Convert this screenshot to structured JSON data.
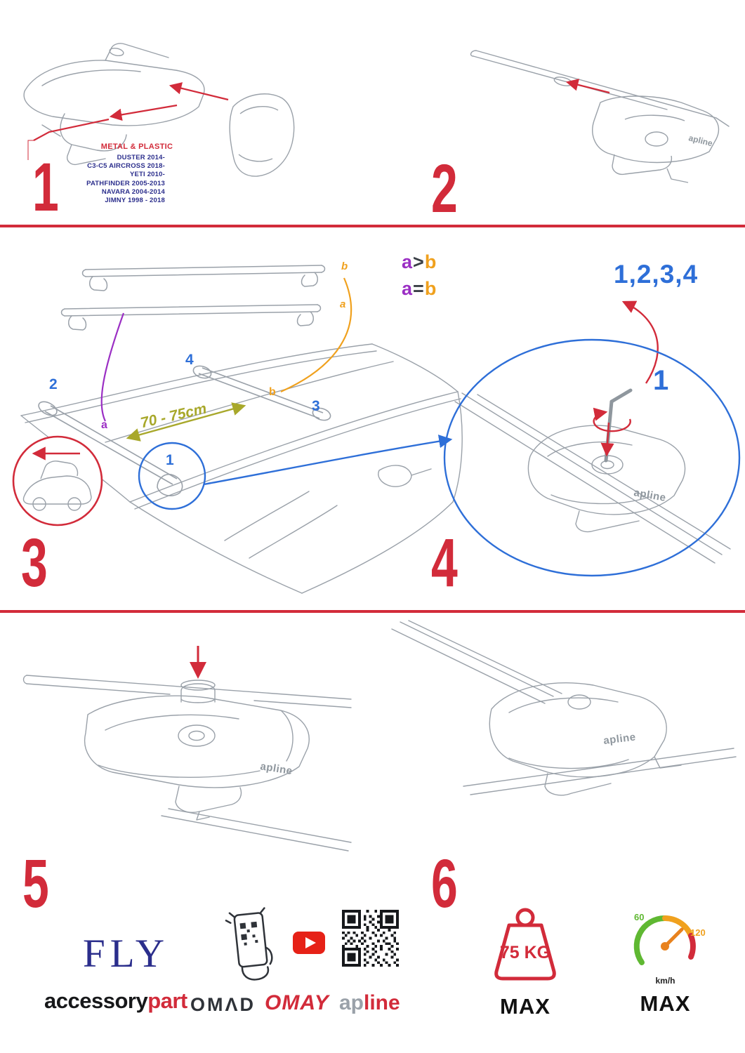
{
  "colors": {
    "red": "#d22b3a",
    "blue": "#2e6fd8",
    "purple": "#9b2fc4",
    "orange": "#f0a11e",
    "olive": "#a8a82b",
    "navy": "#2b2e8c"
  },
  "step1": {
    "number": "1",
    "material_label": "METAL & PLASTIC",
    "vehicles": [
      "DUSTER 2014-",
      "C3-C5 AIRCROSS 2018-",
      "YETI 2010-",
      "PATHFINDER 2005-2013",
      "NAVARA 2004-2014",
      "JIMNY 1998 - 2018"
    ]
  },
  "step2": {
    "number": "2"
  },
  "step3": {
    "number": "3",
    "bar_label_b": "b",
    "bar_label_a": "a",
    "formula_gt_a": "a",
    "formula_gt_op": ">",
    "formula_gt_b": "b",
    "formula_eq_a": "a",
    "formula_eq_op": "=",
    "formula_eq_b": "b",
    "roof_label_a": "a",
    "roof_label_b": "b",
    "position_2": "2",
    "position_4": "4",
    "position_3": "3",
    "position_1": "1",
    "distance": "70 - 75cm"
  },
  "step4": {
    "number": "4",
    "sequence": "1,2,3,4",
    "position_1": "1"
  },
  "step5": {
    "number": "5"
  },
  "step6": {
    "number": "6"
  },
  "foot_brand": "apline",
  "footer": {
    "fly": "FLY",
    "accessory": "accessory",
    "part": "part",
    "omad": "OMΛD",
    "omay": "OMAY",
    "apline_ap": "ap",
    "apline_line": "line",
    "weight_value": "75 KG",
    "weight_max": "MAX",
    "speed_low": "60",
    "speed_high": "120",
    "speed_unit": "km/h",
    "speed_max": "MAX"
  }
}
